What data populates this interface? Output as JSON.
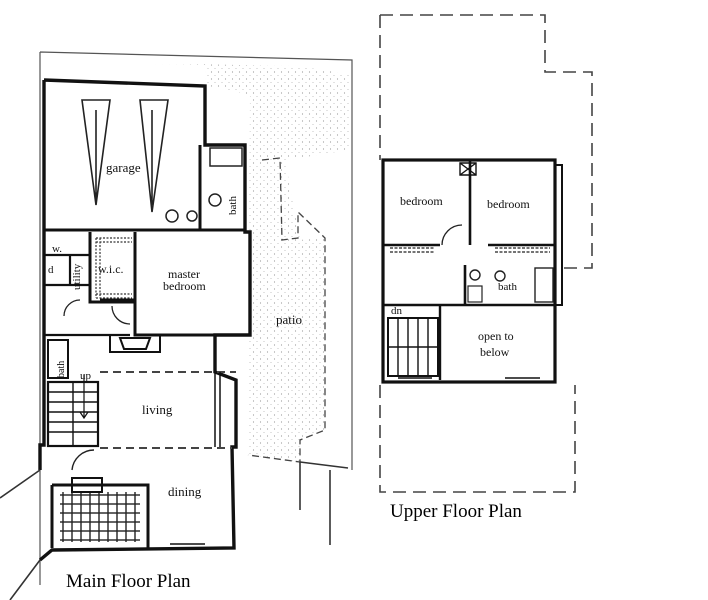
{
  "main_floor": {
    "caption": "Main Floor Plan",
    "rooms": {
      "garage": "garage",
      "wic": "w.i.c.",
      "master_1": "master",
      "master_2": "bedroom",
      "washer": "w.",
      "dryer": "d",
      "utility": "utility",
      "bath": "bath",
      "bath_small": "bath",
      "up": "up",
      "living": "living",
      "dining": "dining",
      "patio": "patio"
    }
  },
  "upper_floor": {
    "caption": "Upper Floor Plan",
    "rooms": {
      "bedroom_left": "bedroom",
      "bedroom_right": "bedroom",
      "bath": "bath",
      "down": "dn",
      "open_1": "open to",
      "open_2": "below"
    }
  },
  "colors": {
    "line": "#111111",
    "dashed": "#444444",
    "stipple": "#9a9a9a"
  }
}
